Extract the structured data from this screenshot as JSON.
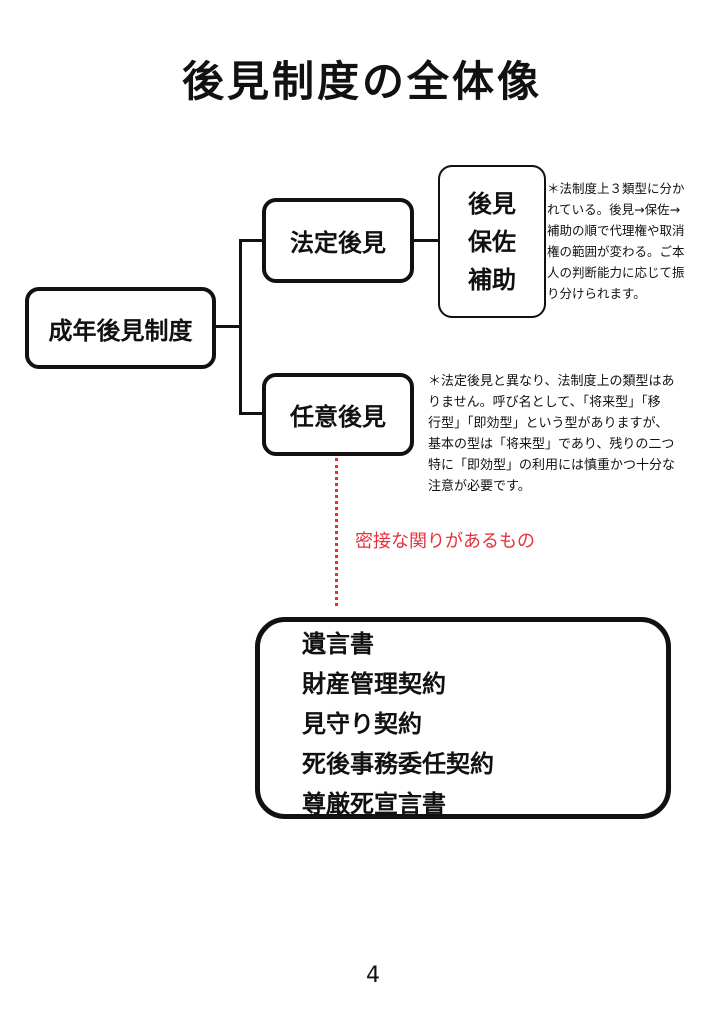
{
  "title": "後見制度の全体像",
  "root": "成年後見制度",
  "legal": {
    "label": "法定後見",
    "types": [
      "後見",
      "保佐",
      "補助"
    ],
    "note_lines": [
      "＊法制度上３類型に分か",
      "れている。後見→保佐→",
      "補助の順で代理権や取消",
      "権の範囲が変わる。ご本",
      "人の判断能力に応じて振",
      "り分けられます。"
    ]
  },
  "voluntary": {
    "label": "任意後見",
    "note_lines": [
      "＊法定後見と異なり、法制度上の類型はあ",
      "りません。呼び名として、「将来型」「移",
      "行型」「即効型」という型がありますが、",
      "基本の型は「将来型」であり、残りの二つ",
      "特に「即効型」の利用には慎重かつ十分な",
      "注意が必要です。"
    ]
  },
  "related": {
    "label": "密接な関りがあるもの",
    "color": "#e8303c",
    "items": [
      "遺言書",
      "財産管理契約",
      "見守り契約",
      "死後事務委任契約",
      "尊厳死宣言書"
    ]
  },
  "page_number": "4"
}
